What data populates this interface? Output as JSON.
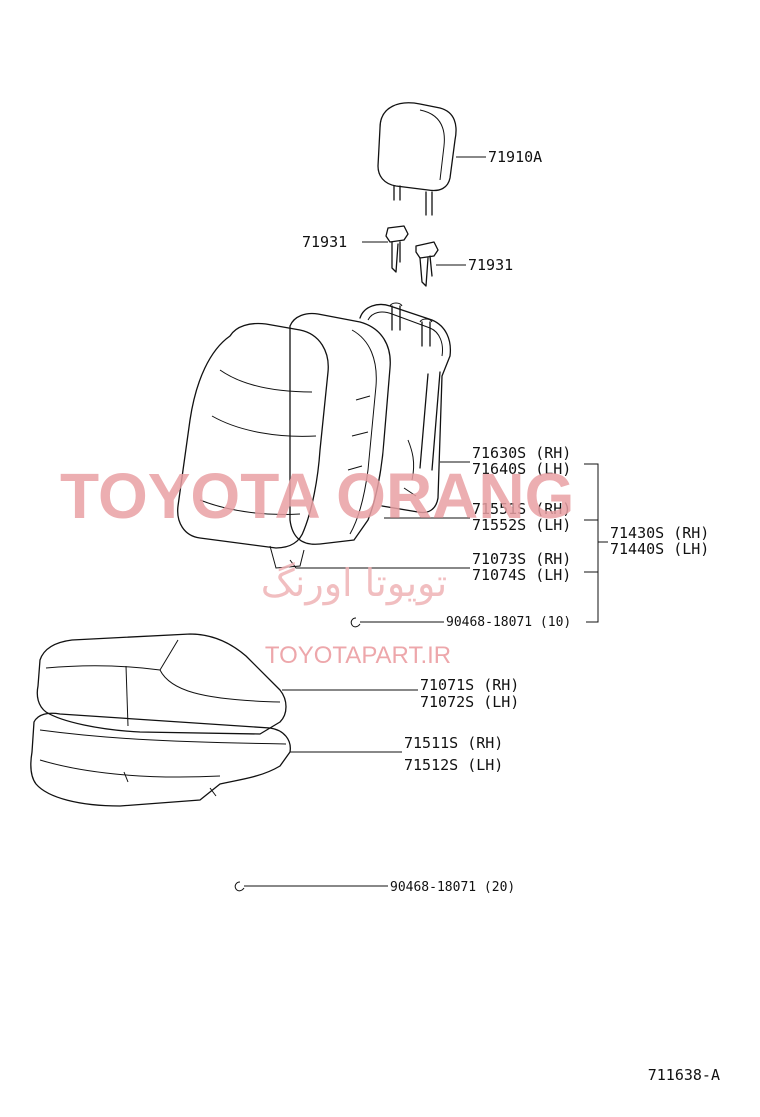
{
  "parts": {
    "headrest": "71910A",
    "support_left": "71931",
    "support_right": "71931",
    "back_pad_cover_rh": "71630S (RH)",
    "back_pad_cover_lh": "71640S (LH)",
    "back_pad_rh": "71551S (RH)",
    "back_pad_lh": "71552S (LH)",
    "back_cover_rh": "71073S (RH)",
    "back_cover_lh": "71074S (LH)",
    "back_assy_rh": "71430S (RH)",
    "back_assy_lh": "71440S (LH)",
    "hog_ring_back": "90468-18071 (10)",
    "cushion_cover_rh": "71071S (RH)",
    "cushion_cover_lh": "71072S (LH)",
    "cushion_pad_rh": "71511S (RH)",
    "cushion_pad_lh": "71512S (LH)",
    "hog_ring_cushion": "90468-18071 (20)"
  },
  "watermark": {
    "brand": "TOYOTA ORANG",
    "persian": "تویوتا اورنگ",
    "url": "TOYOTAPART.IR"
  },
  "figure_id": "711638-A"
}
